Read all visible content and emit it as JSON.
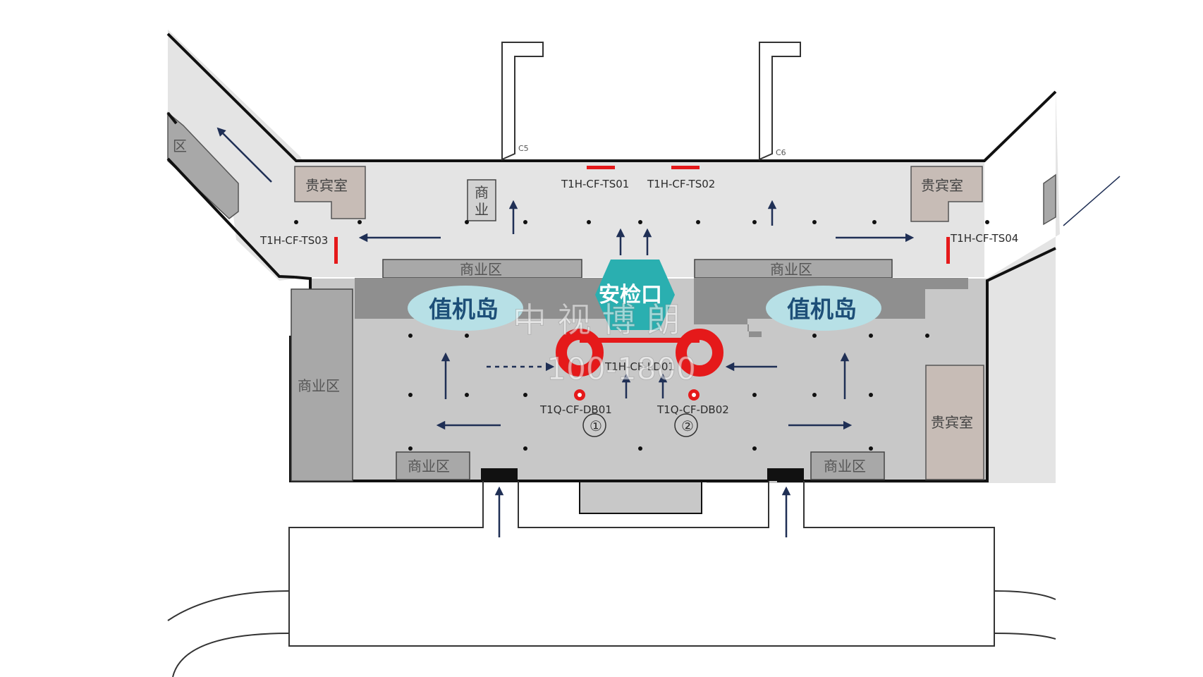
{
  "map": {
    "vip_rooms": [
      "贵宾室",
      "贵宾室",
      "贵宾室"
    ],
    "commercial_small": [
      "商",
      "业"
    ],
    "commercial_top_left": "商业区",
    "commercial_top_right": "商业区",
    "commercial_left": "商业区",
    "commercial_bottom_left": "商业区",
    "commercial_bottom_right": "商业区",
    "zone_fragment": "区",
    "checkin_left": "值机岛",
    "checkin_right": "值机岛",
    "security": "安检口",
    "gate_labels": [
      "C5",
      "C6"
    ],
    "ad_points": {
      "ts01": "T1H-CF-TS01",
      "ts02": "T1H-CF-TS02",
      "ts03": "T1H-CF-TS03",
      "ts04": "T1H-CF-TS04",
      "ld01": "T1H-CF-LD01",
      "db01": "T1Q-CF-DB01",
      "db02": "T1Q-CF-DB02"
    },
    "circle_numbers": [
      "①",
      "②"
    ],
    "watermark": {
      "name": "中 视 博 朗",
      "phone": "100-1800"
    }
  },
  "colors": {
    "floor_light": "#e4e4e4",
    "floor_mid": "#c8c8c8",
    "commercial": "#a8a8a8",
    "checkin_band": "#8f8f8f",
    "vip": "#c7bcb6",
    "checkin_island": "#b7e0e6",
    "security": "#2aafb0",
    "arrow": "#1f2f55",
    "highlight": "#e5191a"
  }
}
